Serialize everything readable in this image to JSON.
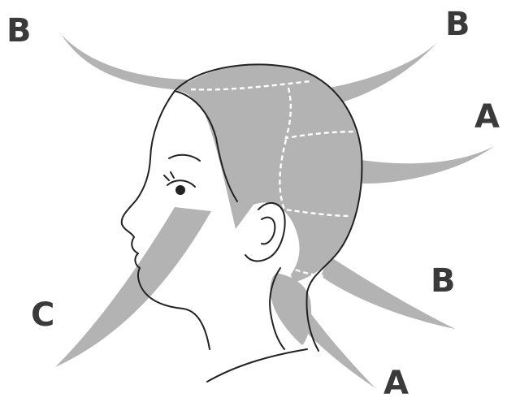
{
  "labels": [
    {
      "id": "label-b-top-left",
      "text": "B"
    },
    {
      "id": "label-b-top-right",
      "text": "B"
    },
    {
      "id": "label-a-upper-right",
      "text": "A"
    },
    {
      "id": "label-b-lower-right",
      "text": "B"
    },
    {
      "id": "label-c-left",
      "text": "C"
    },
    {
      "id": "label-a-bottom",
      "text": "A"
    }
  ],
  "colors": {
    "hair_section_fill": "#b3b3b3",
    "outline": "#222222",
    "label_text": "#3a3a3a",
    "section_dash": "#ffffff"
  }
}
